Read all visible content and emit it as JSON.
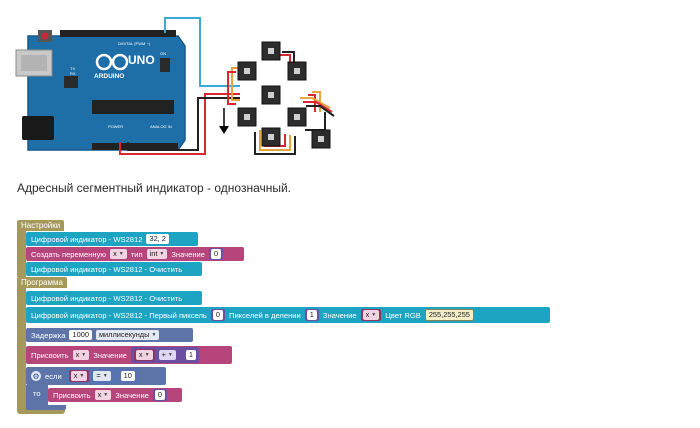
{
  "board": {
    "brand": "ARDUINO",
    "model": "UNO",
    "digital_label": "DIGITAL (PWM ~)",
    "power_label": "POWER",
    "analog_label": "ANALOG IN",
    "tx": "TX",
    "rx": "RX",
    "on": "ON"
  },
  "caption": "Адресный сегментный индикатор - однозначный.",
  "blockly": {
    "setup": {
      "header": "Настройки",
      "indicator": {
        "label": "Цифровой индикатор - WS2812",
        "value": "32, 2"
      },
      "create_var": {
        "label": "Создать переменную",
        "var": "x",
        "type_label": "тип",
        "type": "int",
        "value_label": "Значение",
        "value": "0"
      },
      "clear": "Цифровой индикатор - WS2812 - Очистить"
    },
    "program": {
      "header": "Программа",
      "clear": "Цифровой индикатор - WS2812 - Очистить",
      "first_pixel": {
        "label": "Цифровой индикатор - WS2812 - Первый пиксель",
        "first": "0",
        "pixels_label": "Пикселей в делении",
        "pixels": "1",
        "value_label": "Значение",
        "var": "x",
        "color_label": "Цвет RGB",
        "color": "255,255,255"
      },
      "delay": {
        "label": "Задержка",
        "value": "1000",
        "unit": "миллисекунды"
      },
      "assign": {
        "label": "Присвоить",
        "var": "x",
        "value_label": "Значение",
        "expr_var": "x",
        "op": "+",
        "operand": "1"
      },
      "if": {
        "label": "если",
        "var": "x",
        "op": "=",
        "value": "10"
      },
      "then": {
        "label": "то",
        "assign_label": "Присвоить",
        "var": "x",
        "value_label": "Значение",
        "value": "0"
      }
    }
  }
}
